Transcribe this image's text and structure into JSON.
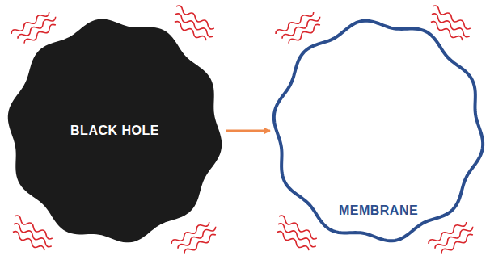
{
  "diagram": {
    "nodes": [
      {
        "text": [
          "BLACK HOLE"
        ]
      },
      {
        "text": [
          "MEMBRANE"
        ]
      }
    ],
    "edges": [
      {
        "from": 0,
        "to": 1,
        "arrow": "to"
      }
    ]
  }
}
